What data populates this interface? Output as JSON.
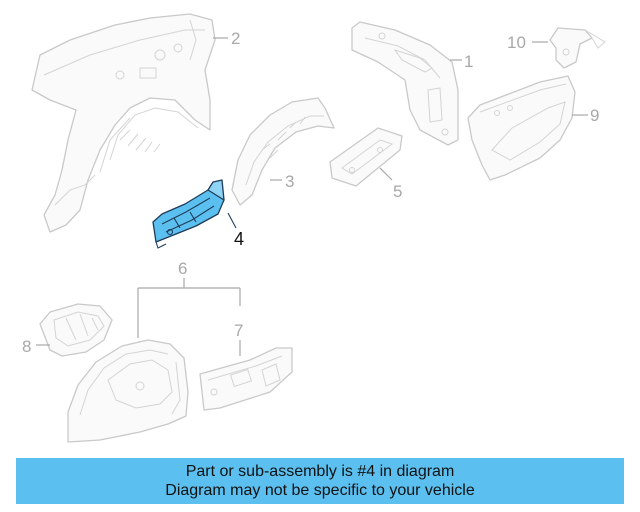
{
  "diagram": {
    "highlight_color": "#5bc0f0",
    "callouts": [
      {
        "label": "1"
      },
      {
        "label": "2"
      },
      {
        "label": "3"
      },
      {
        "label": "4"
      },
      {
        "label": "5"
      },
      {
        "label": "6"
      },
      {
        "label": "7"
      },
      {
        "label": "8"
      },
      {
        "label": "9"
      },
      {
        "label": "10"
      }
    ]
  },
  "banner": {
    "line1": "Part or sub-assembly is #4 in diagram",
    "line2": "Diagram may not be specific to your vehicle",
    "background": "#5bc0f0"
  }
}
